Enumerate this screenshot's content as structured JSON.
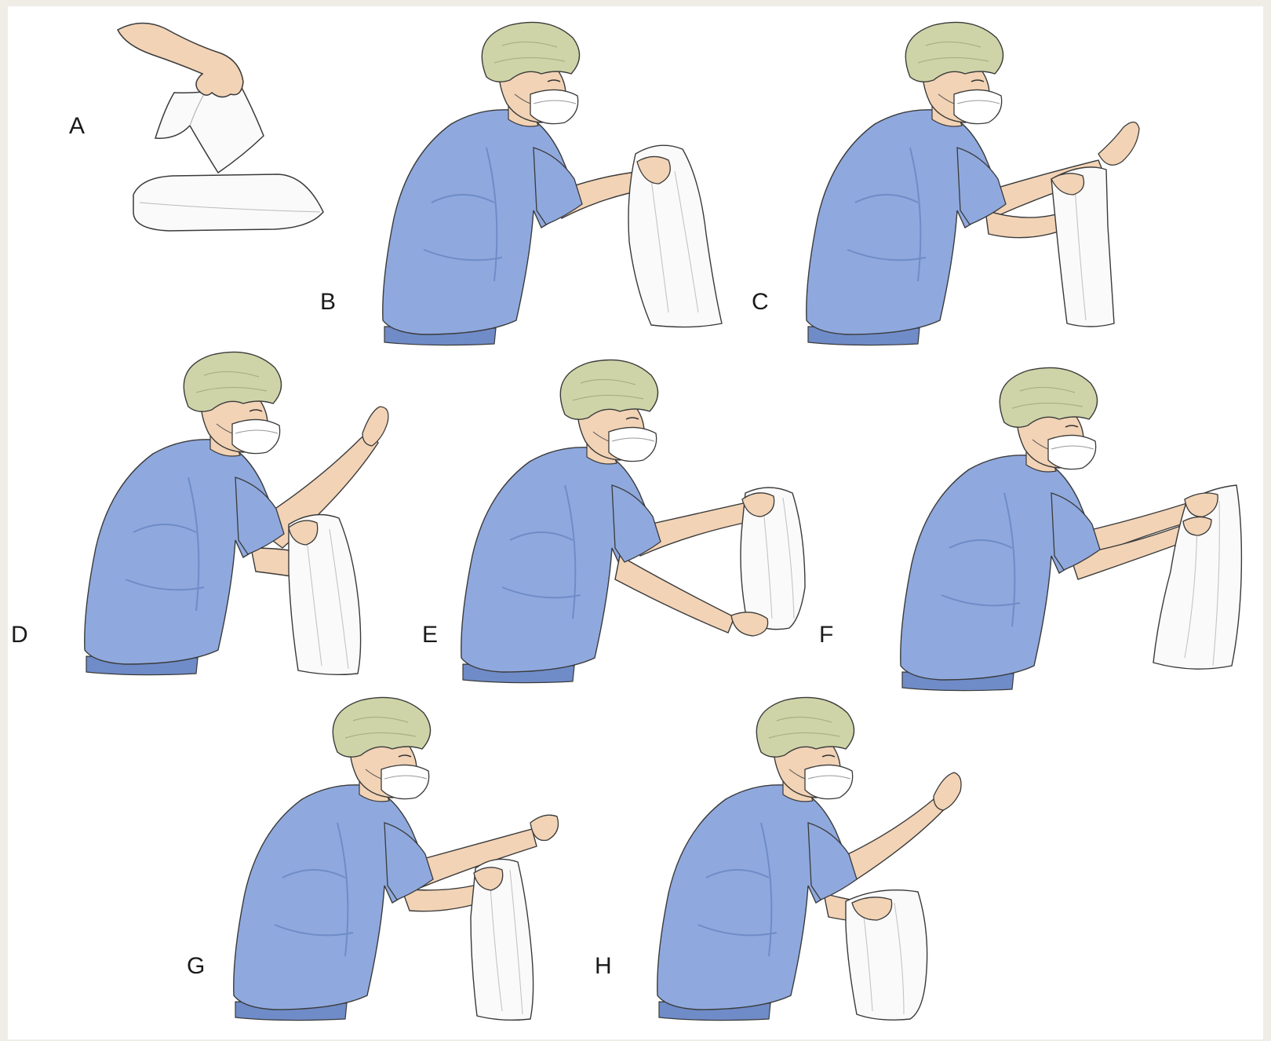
{
  "figure": {
    "panels": [
      {
        "label": "A",
        "depicts": "hand-lifting-towel-icon"
      },
      {
        "label": "B",
        "depicts": "towel-unfolding-figure"
      },
      {
        "label": "C",
        "depicts": "drying-hand-figure"
      },
      {
        "label": "D",
        "depicts": "drying-forearm-figure"
      },
      {
        "label": "E",
        "depicts": "drying-arm-to-elbow-figure"
      },
      {
        "label": "F",
        "depicts": "switching-towel-side-figure"
      },
      {
        "label": "G",
        "depicts": "drying-other-hand-figure"
      },
      {
        "label": "H",
        "depicts": "drying-other-forearm-figure"
      }
    ]
  },
  "colors": {
    "background": "#f0ede6",
    "frame": "#ffffff",
    "scrubs": "#8fa9de",
    "scrubs_shadow": "#6f8cc8",
    "cap": "#cfd4a8",
    "skin": "#f2d3b6",
    "mask": "#ffffff",
    "towel": "#fafafa",
    "outline": "#3a3a3a"
  }
}
